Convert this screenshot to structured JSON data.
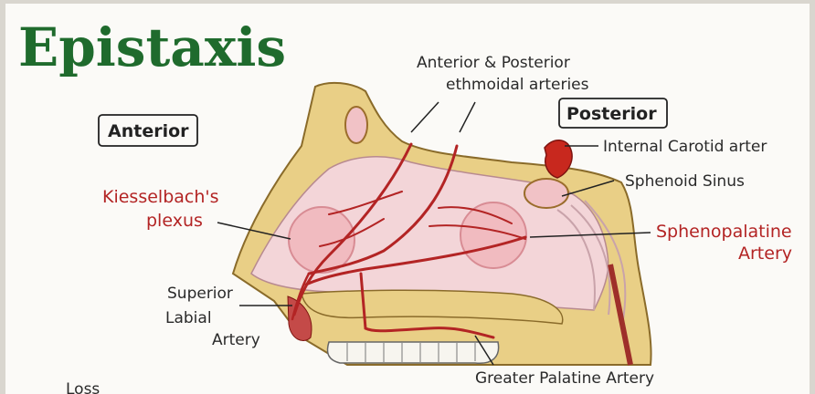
{
  "title": "Epistaxis",
  "boxes": {
    "anterior": "Anterior",
    "posterior": "Posterior"
  },
  "labels": {
    "ethmoidal_line1": "Anterior & Posterior",
    "ethmoidal_line2": "ethmoidal arteries",
    "internal_carotid": "Internal Carotid arter",
    "sphenoid_sinus": "Sphenoid Sinus",
    "kiesselbach_line1": "Kiesselbach's",
    "kiesselbach_line2": "plexus",
    "sphenopalatine_line1": "Sphenopalatine",
    "sphenopalatine_line2": "Artery",
    "superior_labial_line1": "Superior",
    "superior_labial_line2": "Labial",
    "superior_labial_line3": "Artery",
    "greater_palatine": "Greater Palatine Artery",
    "bottom_fragment": "Loss"
  },
  "colors": {
    "title": "#1f6b2d",
    "artery": "#b32424",
    "bone": "#e9cf86",
    "mucosa": "#f3d5d8",
    "paper": "#fbfaf7"
  }
}
